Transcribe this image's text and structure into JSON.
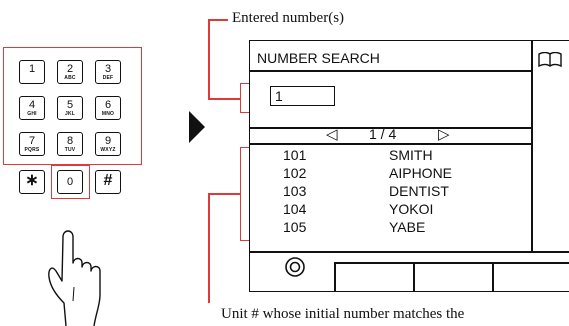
{
  "callouts": {
    "entered": "Entered number(s)",
    "unit_prefix": "Unit # whose initial number matches the"
  },
  "keypad": {
    "keys": [
      {
        "digit": "1",
        "letters": ""
      },
      {
        "digit": "2",
        "letters": "ABC"
      },
      {
        "digit": "3",
        "letters": "DEF"
      },
      {
        "digit": "4",
        "letters": "GHI"
      },
      {
        "digit": "5",
        "letters": "JKL"
      },
      {
        "digit": "6",
        "letters": "MNO"
      },
      {
        "digit": "7",
        "letters": "PQRS"
      },
      {
        "digit": "8",
        "letters": "TUV"
      },
      {
        "digit": "9",
        "letters": "WXYZ"
      },
      {
        "digit": "∗",
        "letters": ""
      },
      {
        "digit": "0",
        "letters": ""
      },
      {
        "digit": "#",
        "letters": ""
      }
    ]
  },
  "screen": {
    "title": "NUMBER SEARCH",
    "book_icon": "book-icon",
    "input_value": "1",
    "pager": {
      "prev": "◁",
      "page": "1 / 4",
      "next": "▷"
    },
    "entries": [
      {
        "unit": "101",
        "name": "SMITH"
      },
      {
        "unit": "102",
        "name": "AIPHONE"
      },
      {
        "unit": "103",
        "name": "DENTIST"
      },
      {
        "unit": "104",
        "name": "YOKOI"
      },
      {
        "unit": "105",
        "name": "YABE"
      }
    ],
    "home_icon": "home-icon"
  },
  "colors": {
    "highlight": "#e0393a",
    "line": "#111111"
  }
}
